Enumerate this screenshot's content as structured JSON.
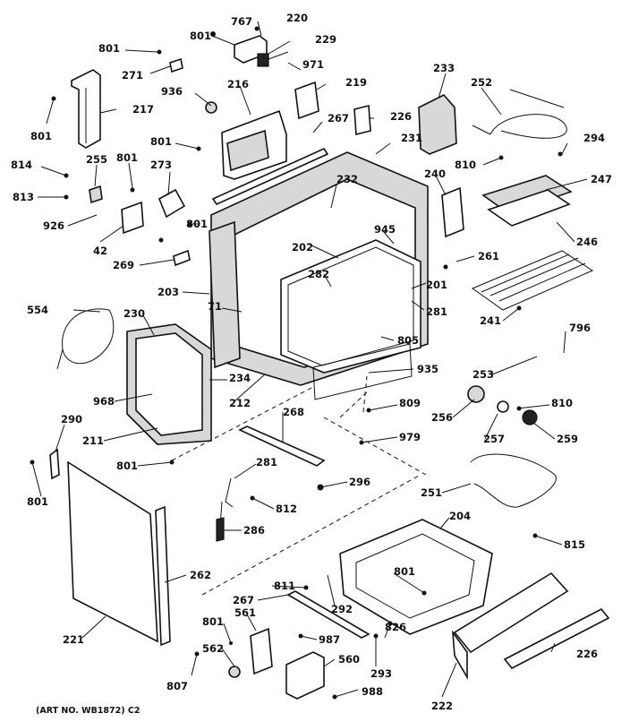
{
  "diagram": {
    "caption": "(ART NO. WB1872) C2",
    "labels": [
      "801",
      "767",
      "220",
      "229",
      "971",
      "801",
      "271",
      "936",
      "219",
      "216",
      "217",
      "801",
      "267",
      "226",
      "233",
      "252",
      "231",
      "294",
      "801",
      "810",
      "814",
      "255",
      "801",
      "273",
      "240",
      "247",
      "813",
      "232",
      "926",
      "42",
      "801",
      "945",
      "202",
      "246",
      "269",
      "261",
      "282",
      "201",
      "203",
      "71",
      "281",
      "241",
      "554",
      "230",
      "805",
      "796",
      "253",
      "935",
      "234",
      "968",
      "212",
      "809",
      "810",
      "256",
      "211",
      "268",
      "979",
      "257",
      "259",
      "290",
      "801",
      "281",
      "296",
      "251",
      "812",
      "801",
      "286",
      "204",
      "815",
      "262",
      "801",
      "811",
      "292",
      "267",
      "561",
      "226",
      "801",
      "987",
      "826",
      "221",
      "562",
      "560",
      "293",
      "222",
      "807",
      "988"
    ],
    "art_number": "WB1872"
  }
}
